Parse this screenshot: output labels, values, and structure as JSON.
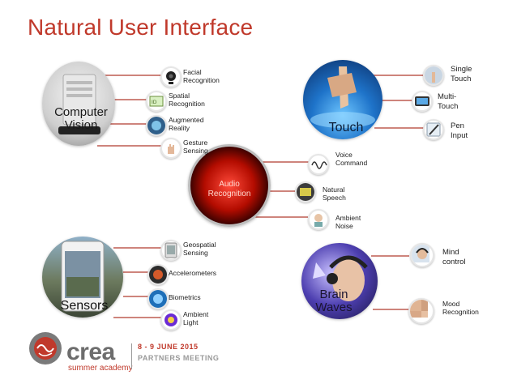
{
  "title": "Natural User Interface",
  "hubs": {
    "computer_vision": "Computer Vision",
    "touch": "Touch",
    "audio": "Audio Recognition",
    "sensors": "Sensors",
    "brain": "Brain Waves"
  },
  "computer_vision_items": [
    "Facial Recognition",
    "Spatial Recognition",
    "Augmented Reality",
    "Gesture Sensing"
  ],
  "touch_items": [
    "Single Touch",
    "Multi-Touch",
    "Pen Input"
  ],
  "audio_items": [
    "Voice Command",
    "Natural Speech",
    "Ambient Noise"
  ],
  "sensor_items": [
    "Geospatial Sensing",
    "Accelerometers",
    "Biometrics",
    "Ambient Light"
  ],
  "brain_items": [
    "Mind control",
    "Mood Recognition"
  ],
  "footer": {
    "logo_word": "crea",
    "logo_sub": "summer academy",
    "date": "8 - 9 JUNE 2015",
    "meeting": "PARTNERS MEETING"
  },
  "colors": {
    "accent": "#c0392b",
    "line": "#b03a2e"
  }
}
